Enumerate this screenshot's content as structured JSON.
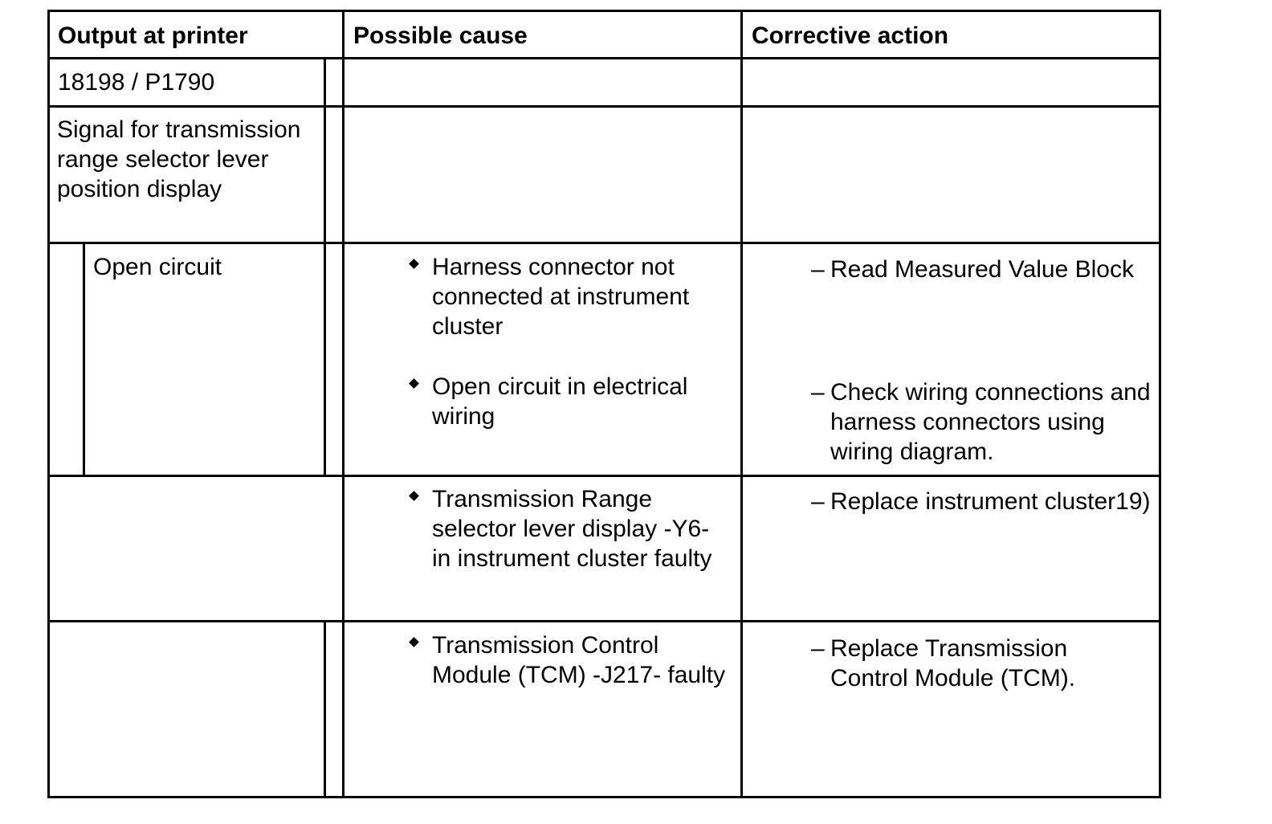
{
  "table": {
    "headers": [
      "Output at printer",
      "Possible cause",
      "Corrective action"
    ],
    "code": "18198 / P1790",
    "signal": "Signal for transmission range selector lever position display",
    "fault": "Open circuit",
    "causes": [
      "Harness connector not connected at instrument cluster",
      "Open circuit in electrical wiring",
      "Transmission Range selector lever display -Y6- in instrument cluster faulty",
      "Transmission Control Module (TCM) -J217- faulty"
    ],
    "actions": [
      "Read Measured Value Block",
      "Check wiring connections and harness connectors using wiring diagram.",
      "Replace instrument cluster19)",
      "Replace Transmission Control Module (TCM)."
    ]
  }
}
